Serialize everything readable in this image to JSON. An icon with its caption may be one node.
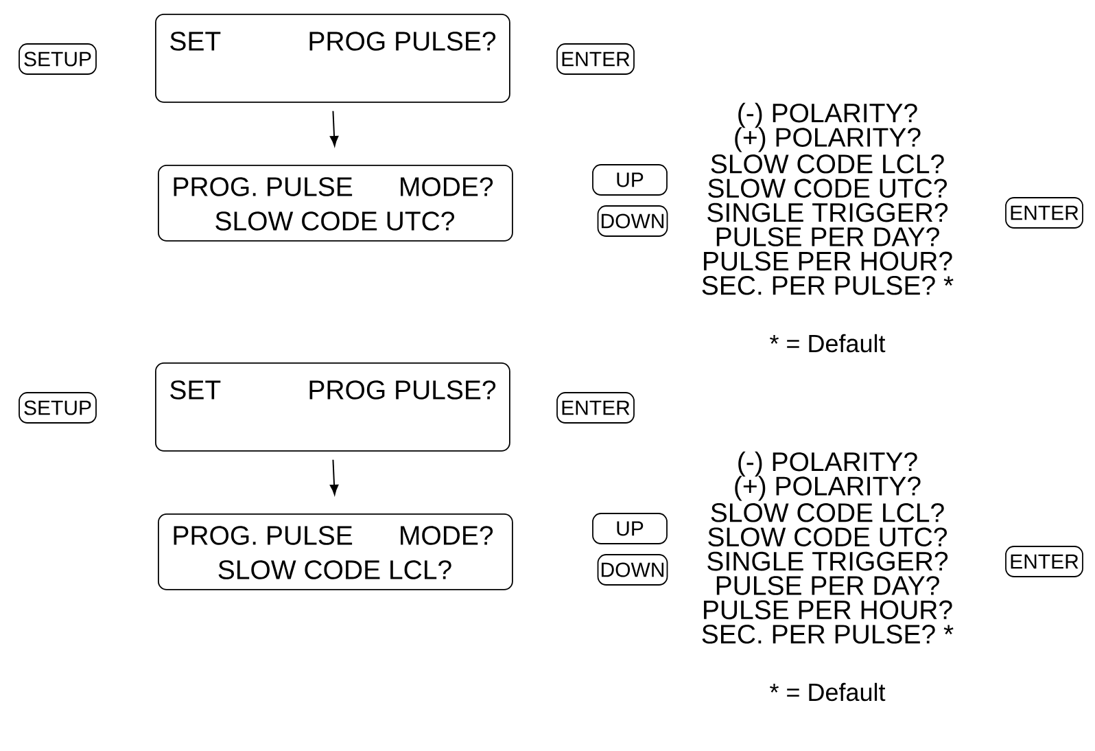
{
  "diagram": {
    "nodes": [
      {
        "text": [
          "SETUP"
        ]
      },
      {
        "text": [
          "SET",
          "PROG PULSE?"
        ]
      },
      {
        "text": [
          "ENTER"
        ]
      },
      {
        "text": [
          "PROG. PULSE",
          "MODE?",
          "SLOW CODE UTC?"
        ]
      },
      {
        "text": [
          "UP"
        ]
      },
      {
        "text": [
          "DOWN"
        ]
      },
      {
        "text": [
          "ENTER"
        ]
      },
      {
        "text": [
          "SETUP"
        ]
      },
      {
        "text": [
          "SET",
          "PROG PULSE?"
        ]
      },
      {
        "text": [
          "ENTER"
        ]
      },
      {
        "text": [
          "PROG. PULSE",
          "MODE?",
          "SLOW CODE LCL?"
        ]
      },
      {
        "text": [
          "UP"
        ]
      },
      {
        "text": [
          "DOWN"
        ]
      },
      {
        "text": [
          "ENTER"
        ]
      }
    ],
    "edges": [
      {
        "from": 1,
        "to": 3,
        "arrow": "to"
      },
      {
        "from": 8,
        "to": 10,
        "arrow": "to"
      }
    ],
    "labels": [
      "(-) POLARITY?",
      "(+) POLARITY?",
      "SLOW CODE LCL?",
      "SLOW CODE UTC?",
      "SINGLE TRIGGER?",
      "PULSE PER DAY?",
      "PULSE PER HOUR?",
      "SEC. PER PULSE? *",
      "* = Default",
      "(-) POLARITY?",
      "(+) POLARITY?",
      "SLOW CODE LCL?",
      "SLOW CODE UTC?",
      "SINGLE TRIGGER?",
      "PULSE PER DAY?",
      "PULSE PER HOUR?",
      "SEC. PER PULSE? *",
      "* = Default"
    ]
  }
}
